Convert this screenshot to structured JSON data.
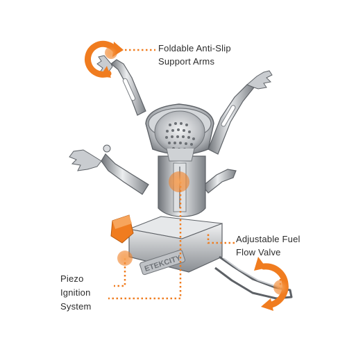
{
  "annotations": {
    "support_arms": {
      "line1": "Foldable Anti-Slip",
      "line2": "Support Arms"
    },
    "fuel_valve": {
      "line1": "Adjustable Fuel",
      "line2": "Flow Valve"
    },
    "piezo": {
      "line1": "Piezo",
      "line2": "Ignition",
      "line3": "System"
    }
  },
  "brand_label": "ETEKCITY",
  "colors": {
    "accent": "#f07c1f",
    "accent_light": "#f7a55c",
    "steel_dark": "#6f7378",
    "steel_mid": "#a9adb2",
    "steel_light": "#e4e6e8",
    "text": "#2b2b2b"
  }
}
